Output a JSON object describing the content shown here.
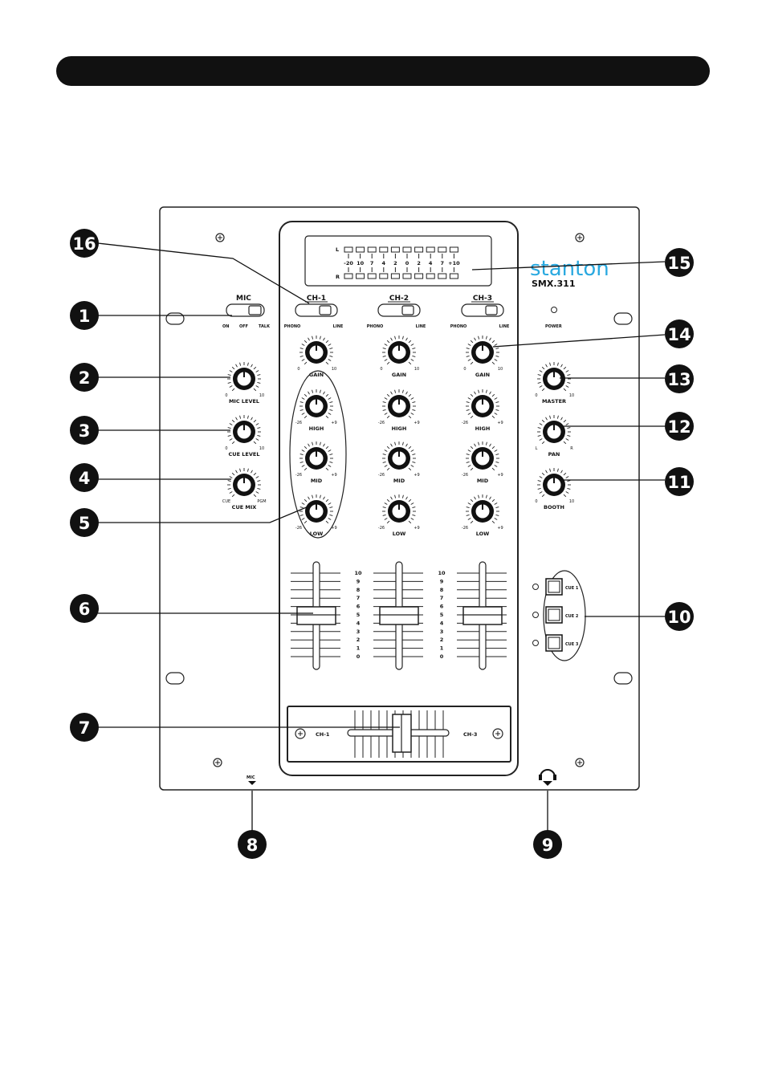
{
  "header": {
    "bar_color": "#111111"
  },
  "brand": {
    "name": "stanton",
    "model": "SMX.311",
    "accent_color": "#2aa9e0"
  },
  "meter": {
    "left_label": "L",
    "right_label": "R",
    "scale": [
      "-20",
      "10",
      "7",
      "4",
      "2",
      "0",
      "2",
      "4",
      "7",
      "+10"
    ]
  },
  "mic": {
    "title": "MIC",
    "switch_labels": [
      "ON",
      "OFF",
      "TALK"
    ],
    "knobs": [
      {
        "label": "MIC LEVEL",
        "min": "0",
        "max": "10"
      },
      {
        "label": "CUE LEVEL",
        "min": "0",
        "max": "10"
      },
      {
        "label": "CUE MIX",
        "min": "CUE",
        "max": "PGM"
      }
    ]
  },
  "channels": [
    {
      "name": "CH-1",
      "source_labels": [
        "PHONO",
        "LINE"
      ]
    },
    {
      "name": "CH-2",
      "source_labels": [
        "PHONO",
        "LINE"
      ]
    },
    {
      "name": "CH-3",
      "source_labels": [
        "PHONO",
        "LINE"
      ]
    }
  ],
  "channel_knobs": [
    {
      "label": "GAIN",
      "min": "0",
      "max": "10"
    },
    {
      "label": "HIGH",
      "min": "-26",
      "max": "+9"
    },
    {
      "label": "MID",
      "min": "-26",
      "max": "+9"
    },
    {
      "label": "LOW",
      "min": "-26",
      "max": "+9"
    }
  ],
  "fader_scale": [
    "10",
    "9",
    "8",
    "7",
    "6",
    "5",
    "4",
    "3",
    "2",
    "1",
    "0"
  ],
  "crossfader": {
    "left_label": "CH-1",
    "right_label": "CH-3"
  },
  "right_panel": {
    "power_label": "POWER",
    "knobs": [
      {
        "label": "MASTER",
        "min": "0",
        "max": "10"
      },
      {
        "label": "PAN",
        "min": "L",
        "max": "R"
      },
      {
        "label": "BOOTH",
        "min": "0",
        "max": "10"
      }
    ],
    "cue_buttons": [
      "CUE 1",
      "CUE 2",
      "CUE 3"
    ]
  },
  "jacks": {
    "mic_label": "MIC",
    "headphone_icon": "headphone-icon"
  },
  "callouts": [
    "1",
    "2",
    "3",
    "4",
    "5",
    "6",
    "7",
    "8",
    "9",
    "10",
    "11",
    "12",
    "13",
    "14",
    "15",
    "16"
  ]
}
